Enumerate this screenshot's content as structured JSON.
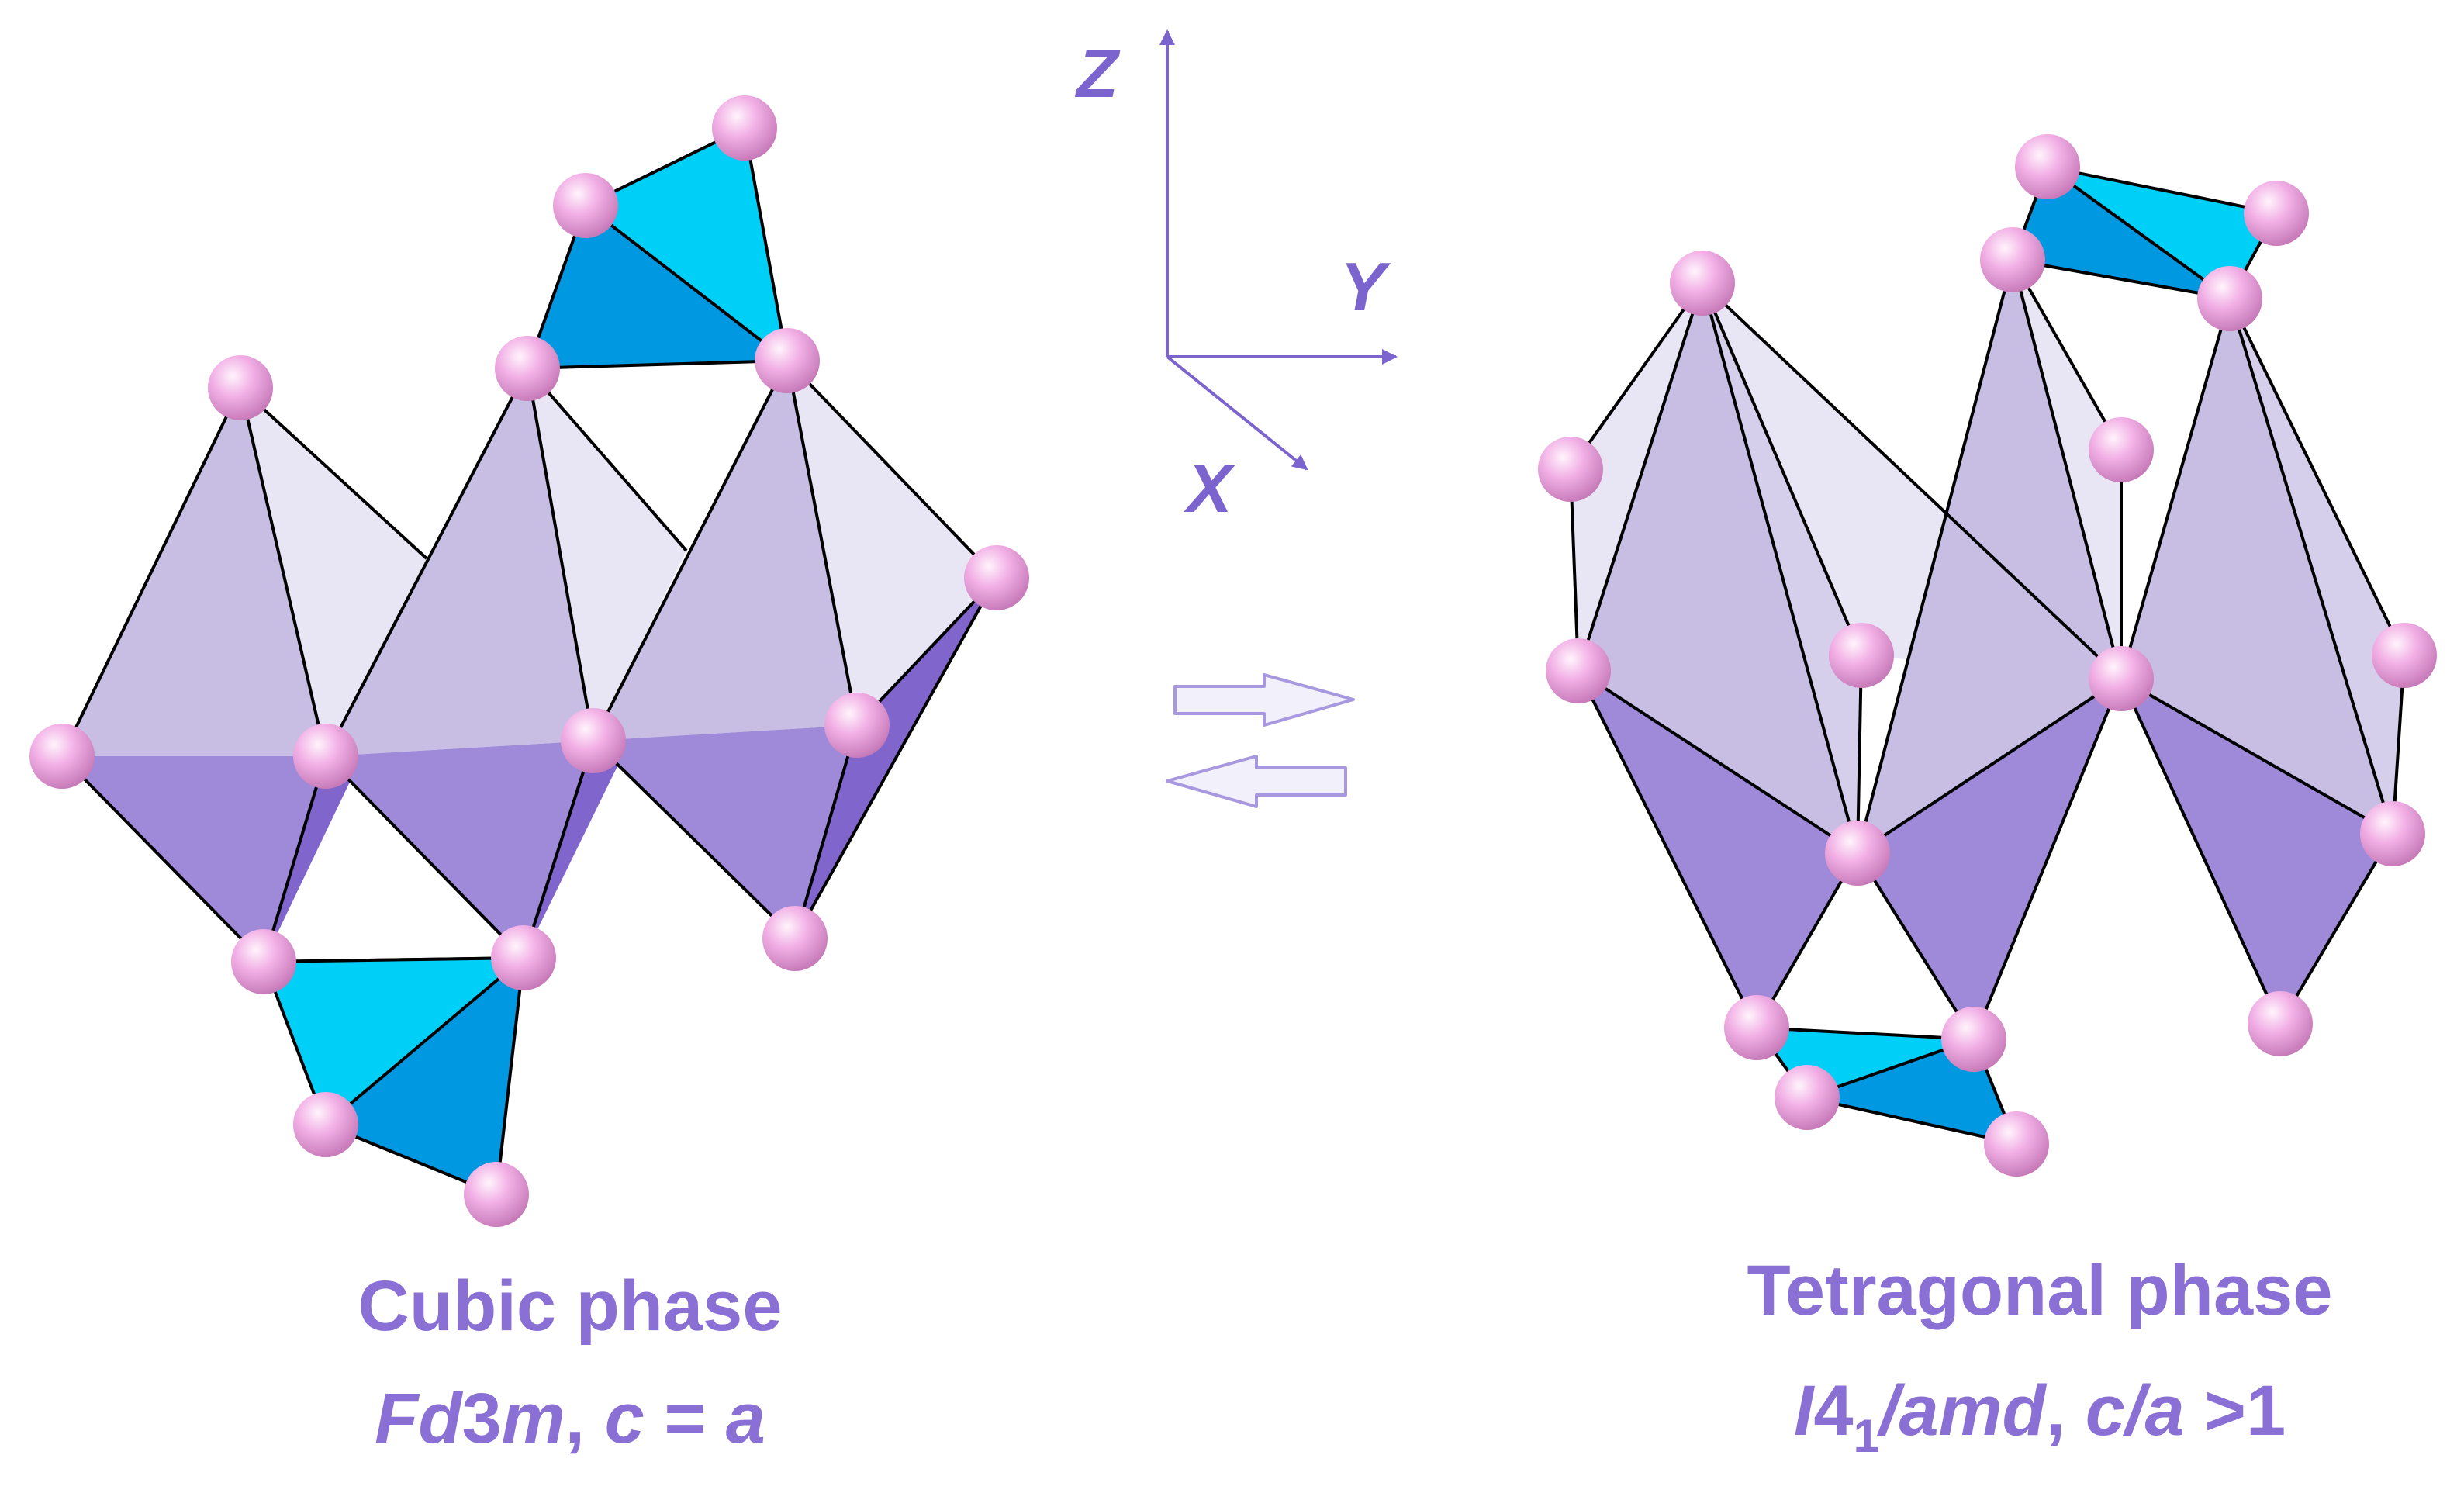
{
  "axes": {
    "z_label": "Z",
    "y_label": "Y",
    "x_label": "X"
  },
  "left_structure": {
    "name": "Cubic phase",
    "space_group_prefix": "Fd",
    "space_group_digit": "3",
    "space_group_suffix": "m",
    "relation_c": "c",
    "relation_eq": " = ",
    "relation_a": "a"
  },
  "right_structure": {
    "name": "Tetragonal phase",
    "space_group_I": "I",
    "space_group_4": "4",
    "space_group_sub": "1",
    "space_group_rest": "/amd",
    "ratio_c": "c",
    "ratio_slash": "/",
    "ratio_a": "a",
    "ratio_rest": " >1"
  },
  "colors": {
    "atom": "#f0a8e0",
    "tetra_light": "#00d0f8",
    "tetra_dark": "#0098e0",
    "octa_top": "#c8bee4",
    "octa_back": "#e8e6f4",
    "octa_bottom": "#9e8ad8",
    "octa_side": "#8066cc",
    "label": "#8a6fd4",
    "axis": "#7c64cf"
  }
}
